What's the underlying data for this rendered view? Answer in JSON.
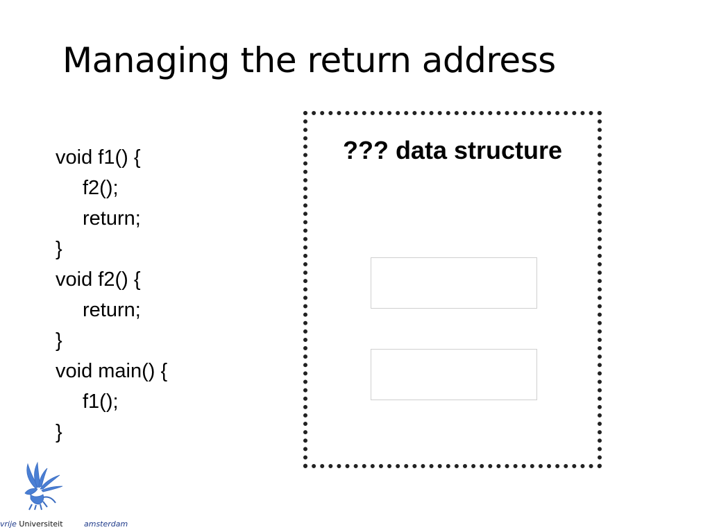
{
  "slide": {
    "title": "Managing the return address"
  },
  "code": {
    "lines": [
      "void f1() {",
      "f2();",
      "return;",
      "}",
      "void f2() {",
      "return;",
      "}",
      "void main() {",
      "f1();",
      "}"
    ]
  },
  "diagram": {
    "title": "??? data structure",
    "slots": [
      "",
      ""
    ]
  },
  "footer": {
    "vrije": "vrije",
    "universiteit": "Universiteit",
    "amsterdam": "amsterdam"
  },
  "colors": {
    "brand_blue": "#1e3a8a",
    "logo_blue": "#4a7fd4",
    "box_border": "#222222"
  },
  "icons": {
    "logo": "griffin-logo-icon"
  }
}
